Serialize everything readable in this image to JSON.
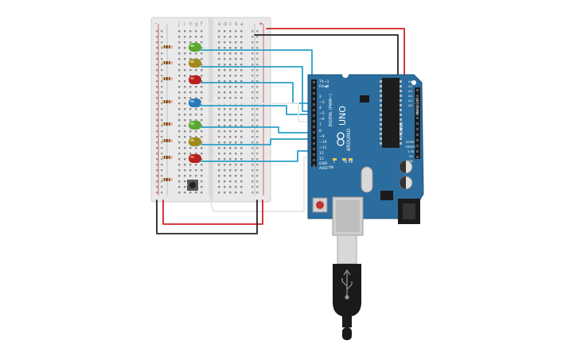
{
  "arduino": {
    "brand": "ARDUINO",
    "model": "UNO",
    "digital_label": "DIGITAL (PWM~)",
    "power_label": "POWER",
    "analog_label": "ANALOG IN",
    "gnd_label": "GND",
    "aref_label": "AREF",
    "tx_label": "TX",
    "rx_label": "RX",
    "l_label": "L",
    "on_label": "ON",
    "ioref_label": "IOREF",
    "reset_label": "RESET",
    "v33_label": "3.3V",
    "v5_label": "5V",
    "vin_label": "VIN",
    "digital_pins": [
      "TX➝1",
      "RX◀0",
      "2",
      "~3",
      "4",
      "~5",
      "~6",
      "7",
      "8",
      "~9",
      "~10",
      "~11",
      "12",
      "13"
    ],
    "analog_pins": [
      "A0",
      "A1",
      "A2",
      "A3",
      "A4",
      "A5"
    ]
  },
  "breadboard": {
    "col_letters_left": [
      "j",
      "i",
      "h",
      "g",
      "f"
    ],
    "col_letters_right": [
      "e",
      "d",
      "c",
      "b",
      "a"
    ],
    "rail_plus": "+",
    "rail_minus": "-"
  },
  "colors": {
    "board": "#2b6d9e",
    "wire_blue": "#2aa0c8",
    "wire_red": "#d42020",
    "wire_black": "#222222",
    "wire_white": "#e8e8e8",
    "led_green": "#5aa832",
    "led_yellow": "#a08a1e",
    "led_red": "#b8201c",
    "led_blue": "#2a7ab8"
  },
  "leds": [
    "green",
    "yellow",
    "red",
    "blue",
    "green",
    "yellow",
    "red"
  ]
}
